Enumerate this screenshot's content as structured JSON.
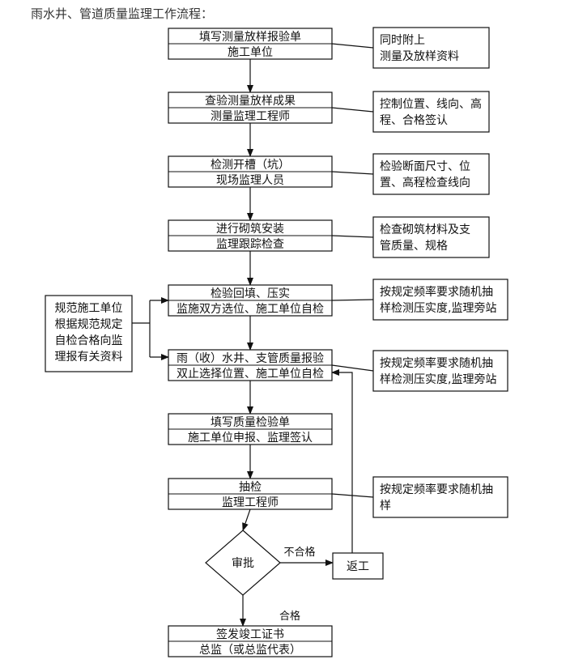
{
  "title": "雨水井、管道质量监理工作流程：",
  "steps": [
    {
      "line1": "填写测量放样报验单",
      "line2": "施工单位"
    },
    {
      "line1": "查验测量放样成果",
      "line2": "测量监理工程师"
    },
    {
      "line1": "检测开槽（坑）",
      "line2": "现场监理人员"
    },
    {
      "line1": "进行砌筑安装",
      "line2": "监理跟踪检查"
    },
    {
      "line1": "检验回填、压实",
      "line2": "监施双方选位、施工单位自检"
    },
    {
      "line1": "雨（收）水井、支管质量报验",
      "line2": "双止选择位置、施工单位自检"
    },
    {
      "line1": "填写质量检验单",
      "line2": "施工单位申报、监理签认"
    },
    {
      "line1": "抽检",
      "line2": "监理工程师"
    },
    {
      "line1": "签发竣工证书",
      "line2": "总监（或总监代表）"
    }
  ],
  "notes": [
    {
      "lines": [
        "同时附上",
        "测量及放样资料"
      ]
    },
    {
      "lines": [
        "控制位置、线向、高",
        "程、合格签认"
      ]
    },
    {
      "lines": [
        "检验断面尺寸、位",
        "置、高程检查线向"
      ]
    },
    {
      "lines": [
        "检查砌筑材料及支",
        "管质量、规格"
      ]
    },
    {
      "lines": [
        "按规定频率要求随机抽",
        "样检测压实度,监理旁站"
      ]
    },
    {
      "lines": [
        "按规定频率要求随机抽",
        "样检测压实度,监理旁站"
      ]
    },
    {
      "lines": [
        "按规定频率要求随机抽",
        "样"
      ]
    }
  ],
  "left_note": {
    "lines": [
      "规范施工单位",
      "根据规范规定",
      "自检合格向监",
      "理报有关资料"
    ]
  },
  "decision": {
    "label": "审批",
    "fail_label": "不合格",
    "pass_label": "合格"
  },
  "rework": {
    "label": "返工"
  }
}
